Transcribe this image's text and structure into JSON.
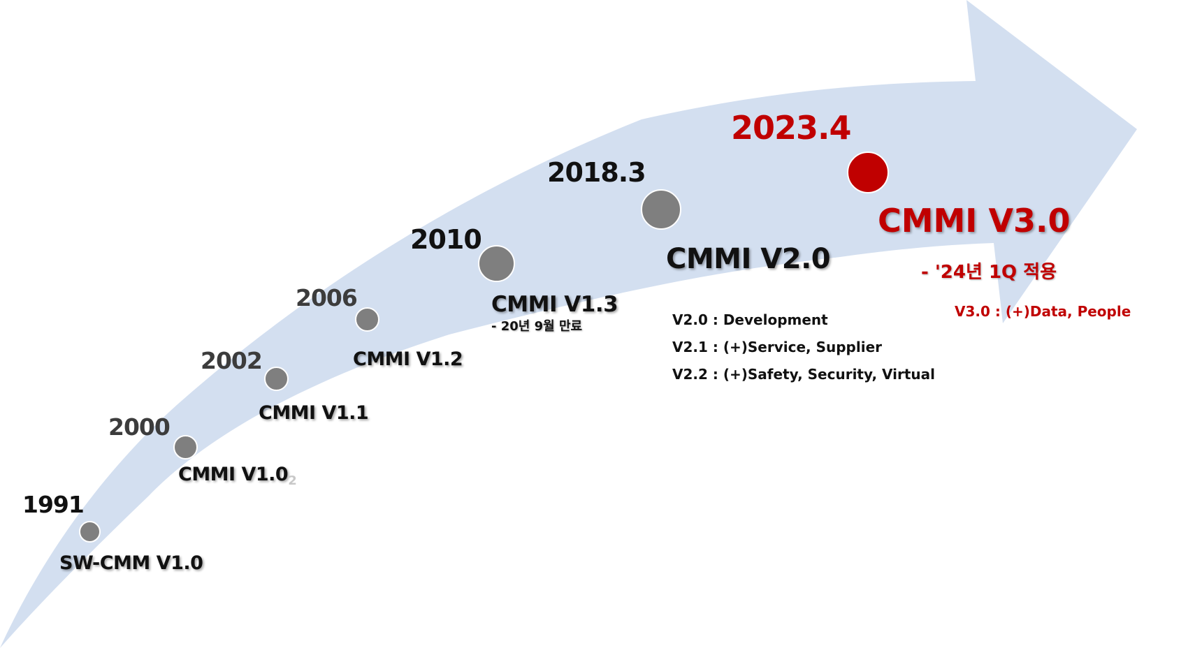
{
  "diagram": {
    "title": "CMMI version history timeline",
    "colors": {
      "arrow": "#d3dff0",
      "milestone_dot": "#7f7f7f",
      "highlight": "#c00000",
      "text": "#111111",
      "muted_year": "#3c3c3c"
    },
    "milestones": [
      {
        "year": "1991",
        "model": "SW-CMM V1.0",
        "note": ""
      },
      {
        "year": "2000",
        "model": "CMMI V1.0",
        "suffix": "2",
        "note": ""
      },
      {
        "year": "2002",
        "model": "CMMI V1.1",
        "note": ""
      },
      {
        "year": "2006",
        "model": "CMMI V1.2",
        "note": ""
      },
      {
        "year": "2010",
        "model": "CMMI V1.3",
        "note": "- 20년 9월 만료"
      },
      {
        "year": "2018.3",
        "model": "CMMI V2.0",
        "note": ""
      },
      {
        "year": "2023.4",
        "model": "CMMI V3.0",
        "note": "- '24년 1Q 적용"
      }
    ],
    "v2_details": [
      "V2.0 : Development",
      "V2.1 : (+)Service, Supplier",
      "V2.2 : (+)Safety, Security, Virtual"
    ],
    "v3_details": [
      "V3.0 : (+)Data, People"
    ]
  }
}
